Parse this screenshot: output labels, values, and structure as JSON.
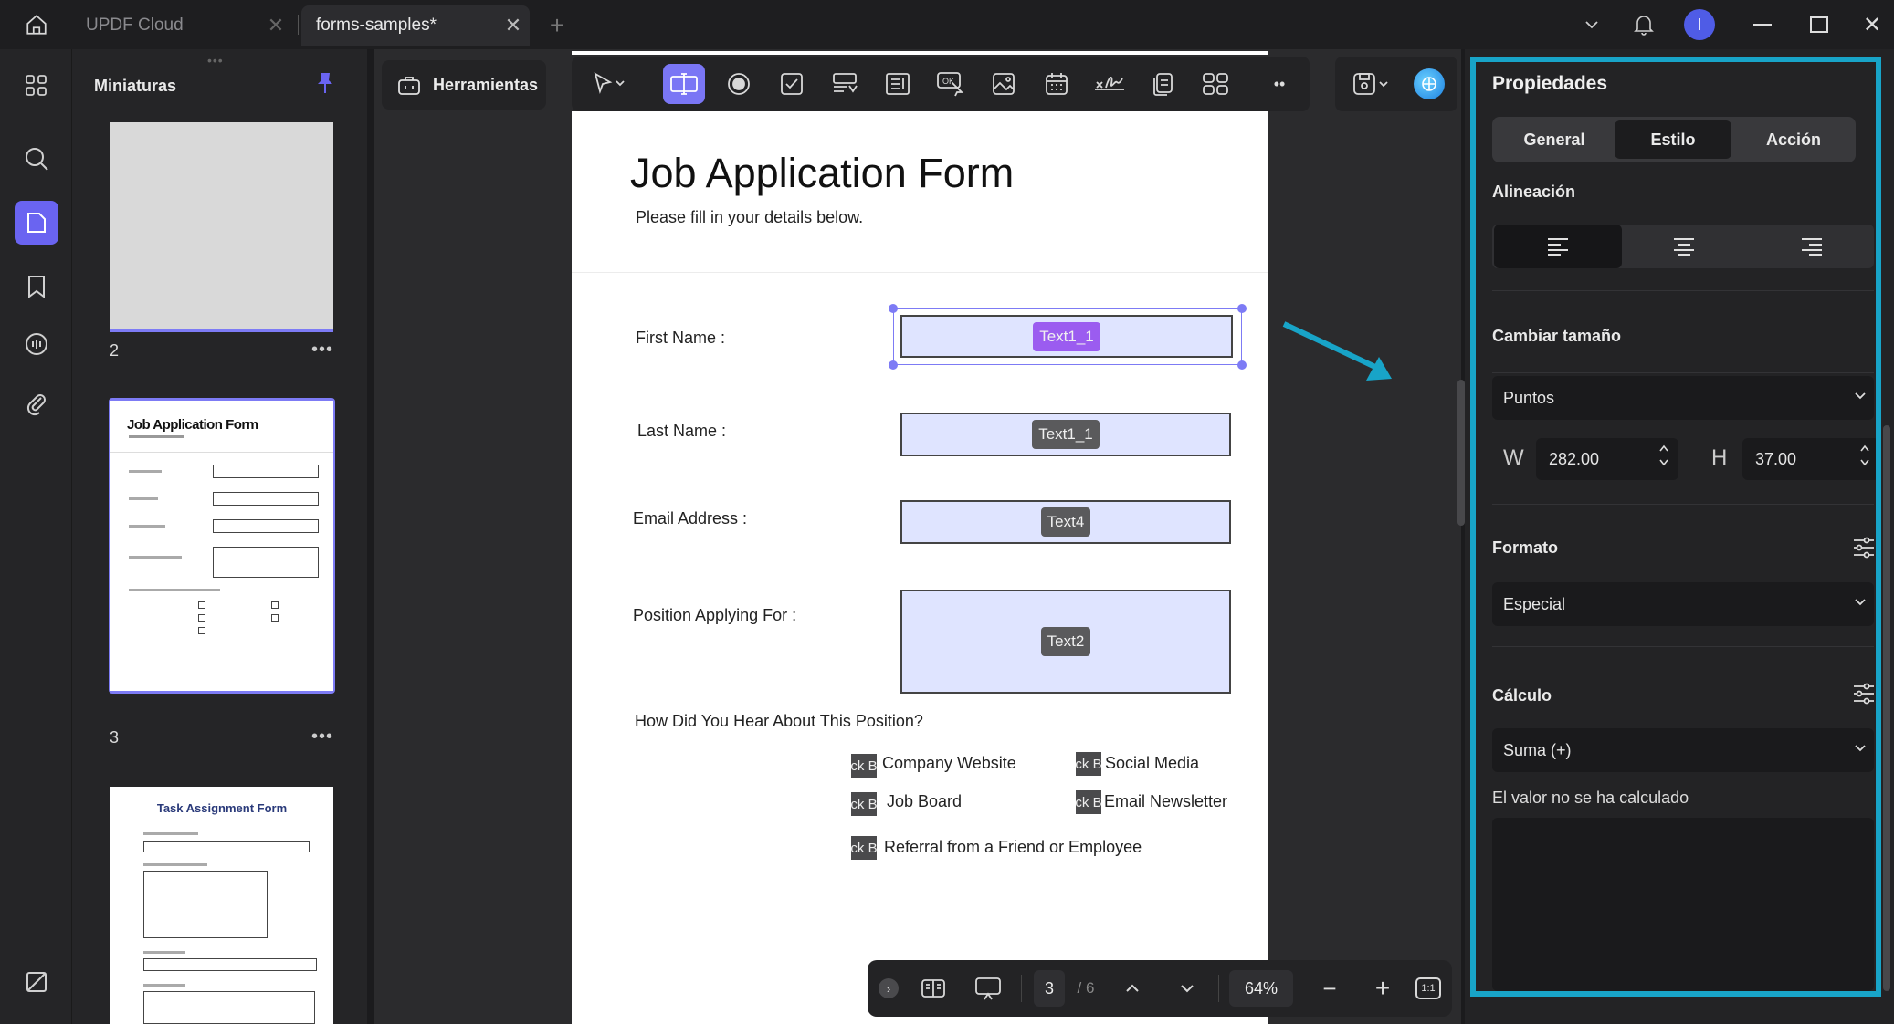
{
  "tabs": [
    {
      "label": "UPDF Cloud",
      "active": false
    },
    {
      "label": "forms-samples*",
      "active": true
    }
  ],
  "user": {
    "avatar_letter": "I",
    "avatar_color": "#4f5ce6"
  },
  "thumbnails_panel": {
    "title": "Miniaturas",
    "pages": [
      {
        "num": "2"
      },
      {
        "num": "3",
        "title": "Job Application Form"
      },
      {
        "num": "",
        "title": "Task Assignment Form"
      }
    ]
  },
  "tools_button": {
    "label": "Herramientas"
  },
  "document": {
    "title": "Job Application Form",
    "subtitle": "Please fill in your details below.",
    "fields": [
      {
        "label": "First Name :",
        "tag": "Text1_1"
      },
      {
        "label": "Last Name :",
        "tag": "Text1_1"
      },
      {
        "label": "Email Address :",
        "tag": "Text4"
      },
      {
        "label": "Position Applying For :",
        "tag": "Text2"
      }
    ],
    "question": "How Did You Hear About This Position?",
    "checkbox_tag": "ck B",
    "options": [
      "Company Website",
      "Social Media",
      "Job Board",
      "Email Newsletter",
      "Referral from a Friend or Employee"
    ]
  },
  "bottom_bar": {
    "page_current": "3",
    "page_total": "/ 6",
    "zoom": "64%",
    "fit_label": "1:1"
  },
  "properties": {
    "title": "Propiedades",
    "tabs": [
      "General",
      "Estilo",
      "Acción"
    ],
    "active_tab": "Estilo",
    "alignment_title": "Alineación",
    "resize_title": "Cambiar tamaño",
    "unit": "Puntos",
    "w_label": "W",
    "w_value": "282.00",
    "h_label": "H",
    "h_value": "37.00",
    "format_title": "Formato",
    "format_value": "Especial",
    "calc_title": "Cálculo",
    "calc_value": "Suma (+)",
    "calc_note": "El valor no se ha calculado"
  },
  "colors": {
    "accent": "#7a76f5",
    "highlight_frame": "#18a4c8",
    "field_fill": "#dfe4ff",
    "selected_tag": "#9b5cf0"
  }
}
